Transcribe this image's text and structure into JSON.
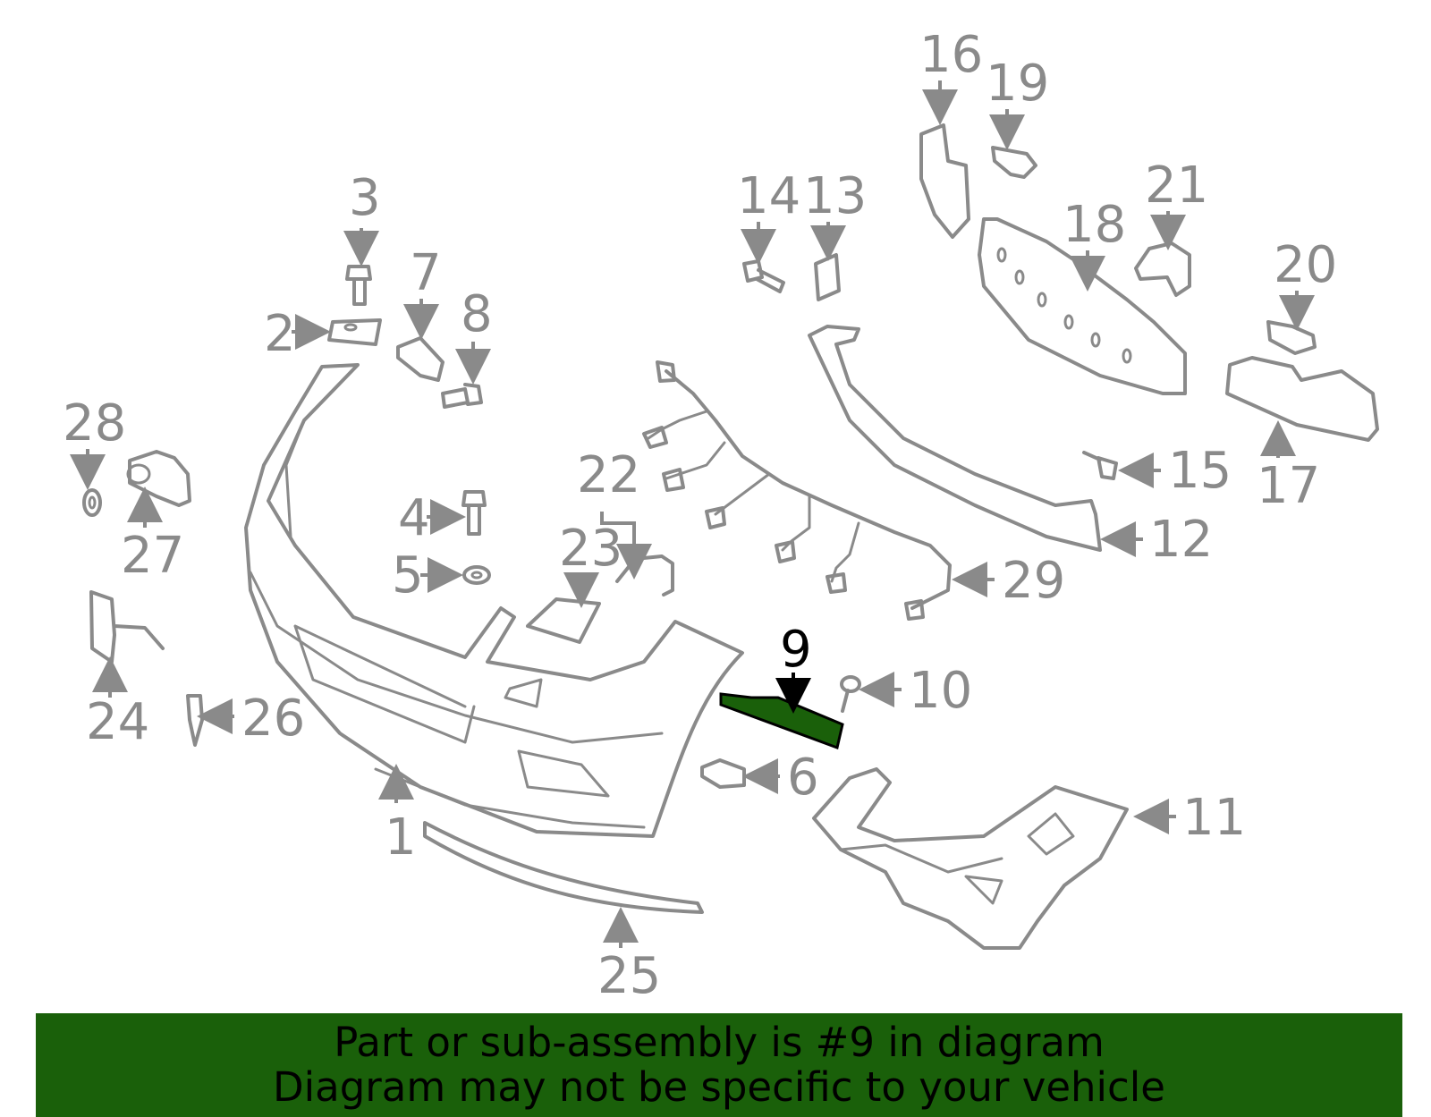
{
  "diagram": {
    "highlighted_part": "9",
    "highlight_color": "#1a600a",
    "line_color": "#8a8a8a",
    "callouts": [
      "1",
      "2",
      "3",
      "4",
      "5",
      "6",
      "7",
      "8",
      "9",
      "10",
      "11",
      "12",
      "13",
      "14",
      "15",
      "16",
      "17",
      "18",
      "19",
      "20",
      "21",
      "22",
      "23",
      "24",
      "25",
      "26",
      "27",
      "28",
      "29"
    ]
  },
  "banner": {
    "line1": "Part or sub-assembly is #9 in diagram",
    "line2": "Diagram may not be specific to your vehicle",
    "background": "#1a600a"
  }
}
